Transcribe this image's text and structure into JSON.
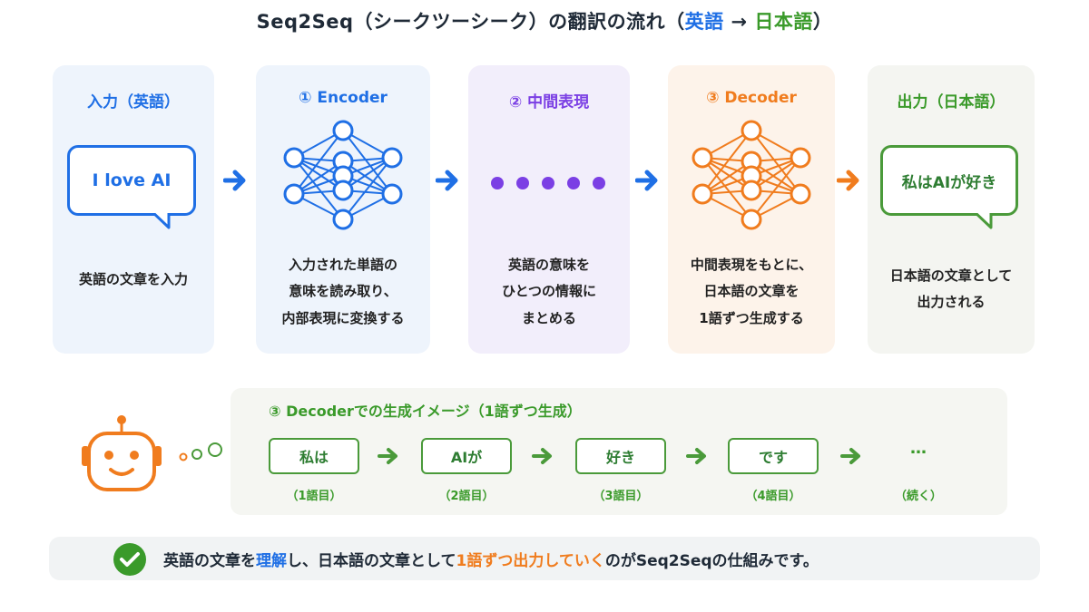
{
  "title": {
    "prefix": "Seq2Seq（シークツーシーク）の翻訳の流れ（",
    "src": "英語",
    "mid": " → ",
    "dst": "日本語",
    "suffix": "）"
  },
  "stages": [
    {
      "head": "入力（英語）",
      "bubble": "I love AI",
      "desc": [
        "英語の文章を入力"
      ]
    },
    {
      "head": "① Encoder",
      "desc": [
        "入力された単語の",
        "意味を読み取り、",
        "内部表現に変換する"
      ]
    },
    {
      "head": "② 中間表現",
      "desc": [
        "英語の意味を",
        "ひとつの情報に",
        "まとめる"
      ]
    },
    {
      "head": "③ Decoder",
      "desc": [
        "中間表現をもとに、",
        "日本語の文章を",
        "1語ずつ生成する"
      ]
    },
    {
      "head": "出力（日本語）",
      "bubble": "私はAIが好き",
      "desc": [
        "日本語の文章として",
        "出力される"
      ]
    }
  ],
  "decoder_example": {
    "title": "③ Decoderでの生成イメージ（1語ずつ生成）",
    "tokens": [
      {
        "word": "私は",
        "label": "（1語目）"
      },
      {
        "word": "AIが",
        "label": "（2語目）"
      },
      {
        "word": "好き",
        "label": "（3語目）"
      },
      {
        "word": "です",
        "label": "（4語目）"
      },
      {
        "word": "…",
        "label": "（続く）"
      }
    ]
  },
  "footer": {
    "a": "英語の文章を",
    "b": "理解",
    "c": "し、日本語の文章として",
    "d": "1語ずつ出力していく",
    "e": "のがSeq2Seqの仕組みです。"
  },
  "colors": {
    "blue": "#1f6fe5",
    "purple": "#7b3fe4",
    "orange": "#f07c1e",
    "green": "#3a9a2a",
    "check": "#3a9a2a"
  }
}
